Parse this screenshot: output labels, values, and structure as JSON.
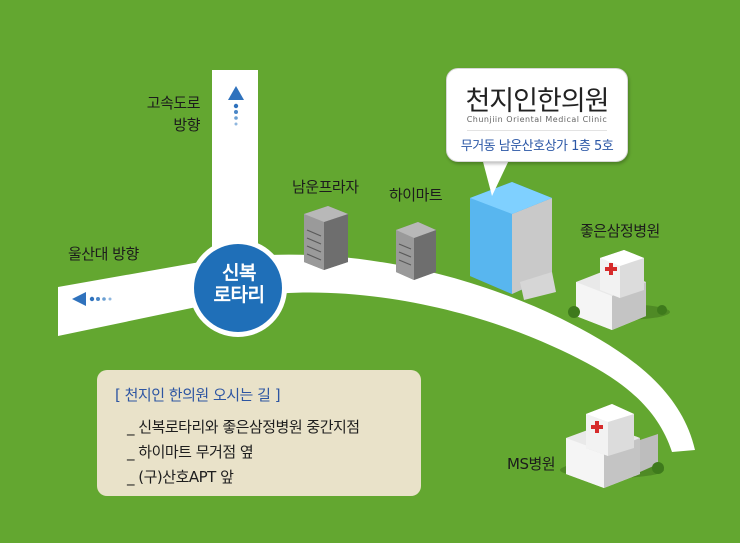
{
  "map": {
    "colors": {
      "background": "#63a730",
      "road": "#ffffff",
      "rotary": "#1f6fb8",
      "arrow": "#2f72bd"
    },
    "labels": {
      "expressway": [
        "고속도로",
        "방향"
      ],
      "ulsan": "울산대 방향",
      "rotary": [
        "신복",
        "로타리"
      ],
      "namun_plaza": "남운프라자",
      "himart": "하이마트",
      "joeun_hospital": "좋은삼정병원",
      "ms_hospital": "MS병원"
    },
    "clinic": {
      "name": "천지인한의원",
      "name_en": "Chunjiin Oriental Medical Clinic",
      "address": "무거동 남운산호상가 1층 5호"
    },
    "directions": {
      "title": "[ 천지인 한의원 오시는 길 ]",
      "items": [
        "_ 신복로타리와 좋은삼정병원 중간지점",
        "_ 하이마트 무거점 옆",
        "_ (구)산호APT 앞"
      ]
    },
    "icons": [
      "arrow-up-icon",
      "arrow-left-icon",
      "hospital-cross-icon",
      "building-icon"
    ]
  }
}
